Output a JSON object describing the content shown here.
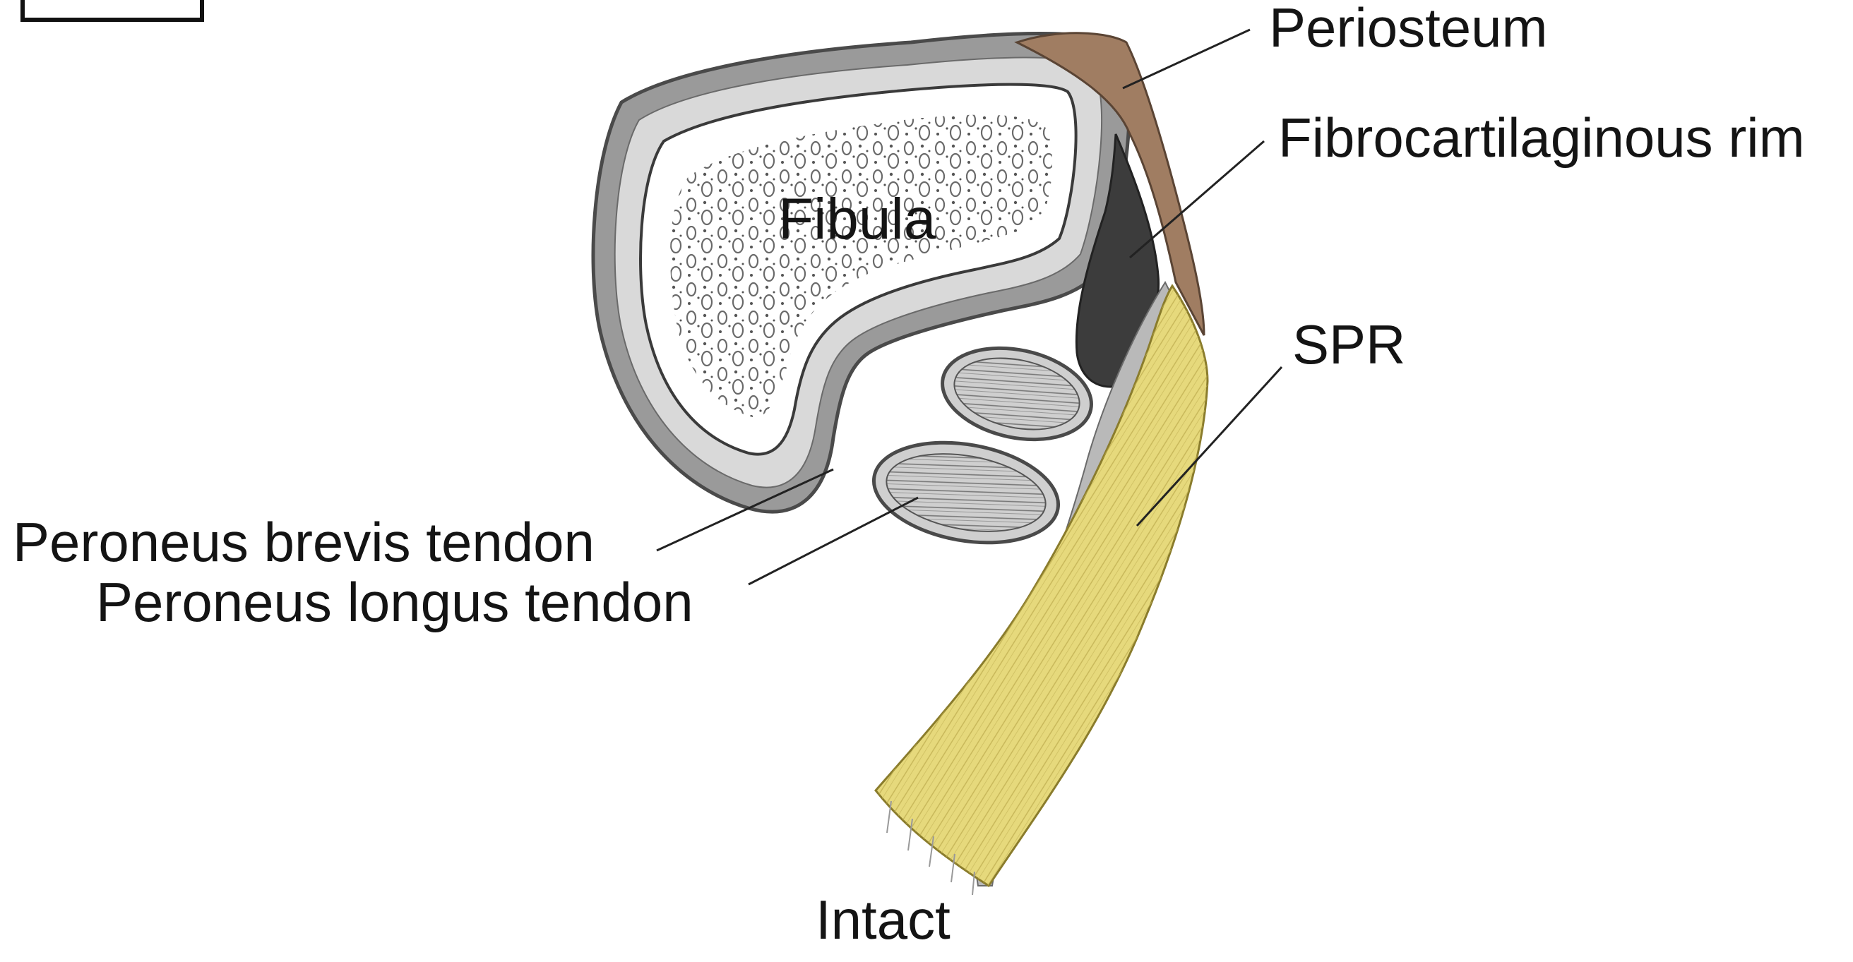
{
  "labels": {
    "periosteum": "Periosteum",
    "fibrocartilaginous_rim": "Fibrocartilaginous rim",
    "spr": "SPR",
    "fibula": "Fibula",
    "peroneus_brevis_tendon": "Peroneus brevis tendon",
    "peroneus_longus_tendon": "Peroneus longus tendon",
    "state": "Intact"
  },
  "colors": {
    "periosteum": "#a07d62",
    "fibrocartilaginous_rim": "#3c3c3c",
    "spr": "#e6d97c",
    "cortex": "#9a9a9a",
    "marrow": "#ffffff"
  }
}
